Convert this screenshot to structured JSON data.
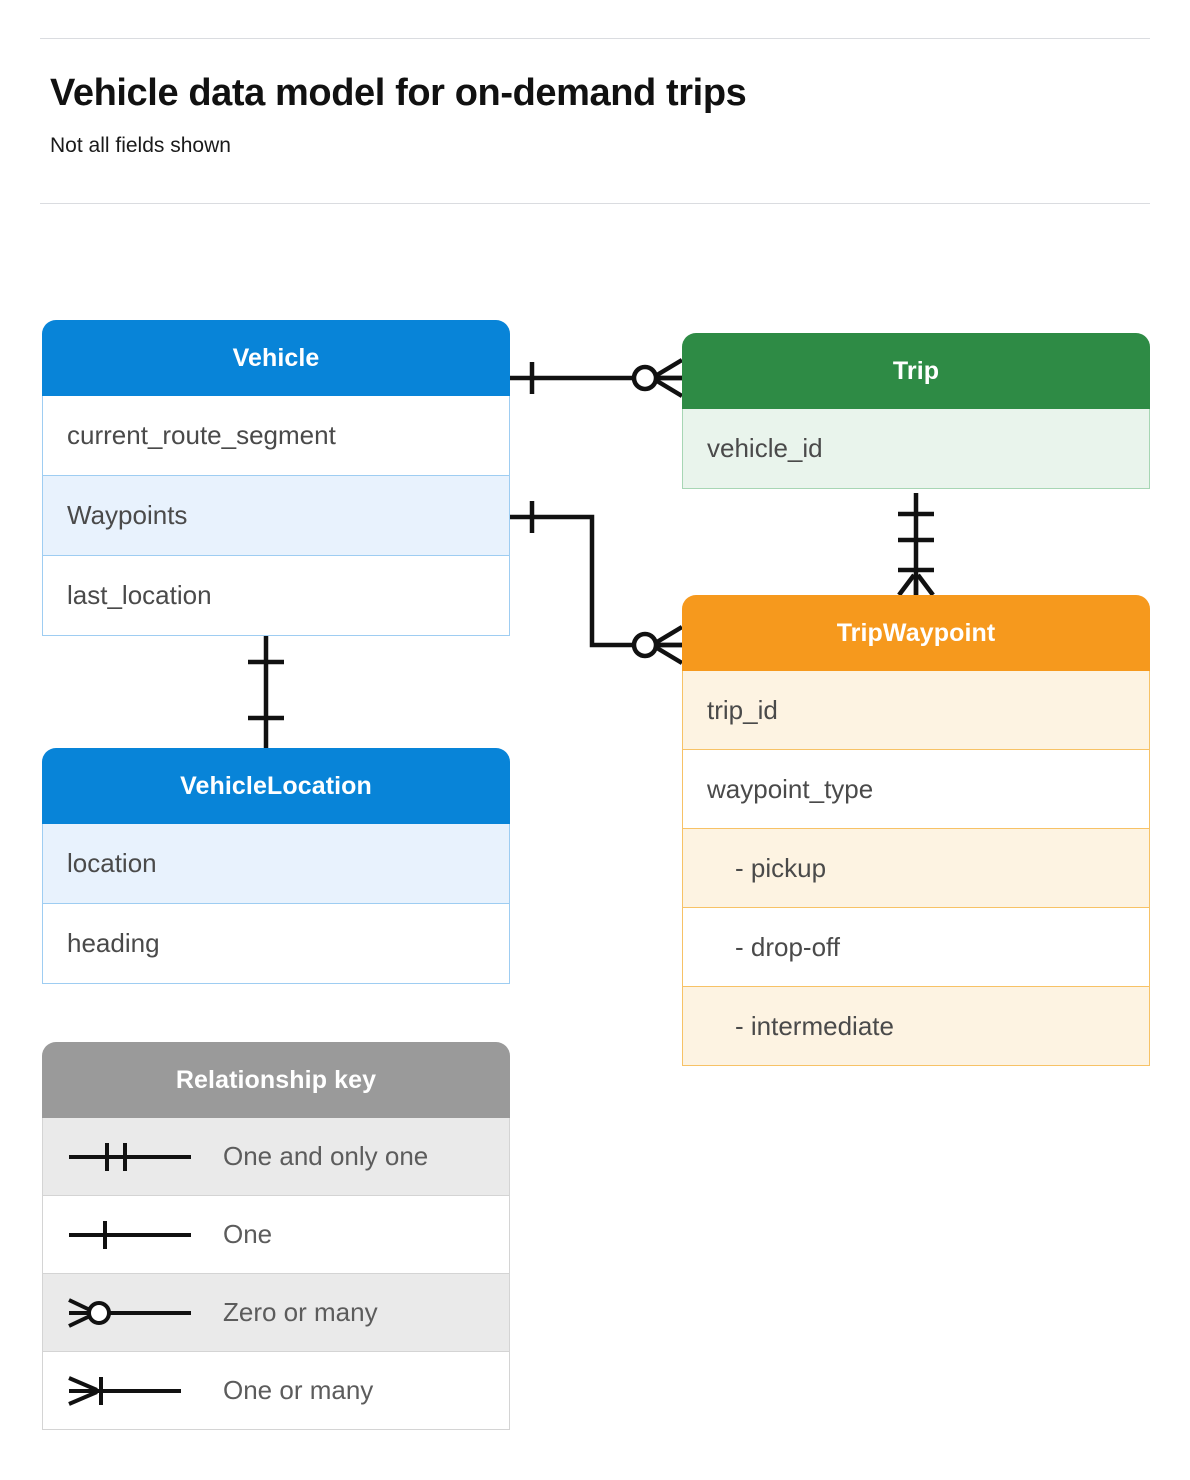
{
  "header": {
    "title": "Vehicle data model for on-demand trips",
    "subtitle": "Not all fields shown"
  },
  "colors": {
    "blue": "#0884D8",
    "blue_row_alt": "#e8f2fd",
    "blue_border": "#9ecdf2",
    "green": "#2E8B45",
    "green_row_alt": "#e9f4ec",
    "green_border": "#a7d6b4",
    "orange": "#F6991D",
    "orange_row_alt": "#fdf3e2",
    "orange_border": "#f7c266",
    "gray": "#9A9A9A",
    "gray_row_alt": "#eaeaea",
    "rule": "#dadce0",
    "line": "#111111",
    "field_text": "#4a4a4a"
  },
  "entities": {
    "vehicle": {
      "title": "Vehicle",
      "fields": [
        {
          "label": "current_route_segment"
        },
        {
          "label": "Waypoints"
        },
        {
          "label": "last_location"
        }
      ]
    },
    "vehicle_location": {
      "title": "VehicleLocation",
      "fields": [
        {
          "label": "location"
        },
        {
          "label": "heading"
        }
      ]
    },
    "trip": {
      "title": "Trip",
      "fields": [
        {
          "label": "vehicle_id"
        }
      ]
    },
    "trip_waypoint": {
      "title": "TripWaypoint",
      "fields": [
        {
          "label": "trip_id"
        },
        {
          "label": "waypoint_type"
        },
        {
          "label": "-  pickup"
        },
        {
          "label": "-  drop-off"
        },
        {
          "label": "-  intermediate"
        }
      ]
    }
  },
  "legend": {
    "title": "Relationship key",
    "rows": [
      {
        "symbol": "one-and-only-one-icon",
        "label": "One and only one"
      },
      {
        "symbol": "one-icon",
        "label": "One"
      },
      {
        "symbol": "zero-or-many-icon",
        "label": "Zero or many"
      },
      {
        "symbol": "one-or-many-icon",
        "label": "One or many"
      }
    ]
  },
  "relationships": [
    {
      "name": "vehicle-to-trip",
      "from": "Vehicle",
      "to": "Trip",
      "from_cardinality": "One",
      "to_cardinality": "Zero or many"
    },
    {
      "name": "vehicle-waypoints-to-tripwaypoint",
      "from": "Vehicle.Waypoints",
      "to": "TripWaypoint",
      "from_cardinality": "One",
      "to_cardinality": "Zero or many"
    },
    {
      "name": "trip-to-tripwaypoint",
      "from": "Trip",
      "to": "TripWaypoint",
      "from_cardinality": "One and only one",
      "to_cardinality": "One or many"
    },
    {
      "name": "vehicle-to-vehiclelocation",
      "from": "Vehicle",
      "to": "VehicleLocation",
      "from_cardinality": "One",
      "to_cardinality": "One"
    }
  ]
}
